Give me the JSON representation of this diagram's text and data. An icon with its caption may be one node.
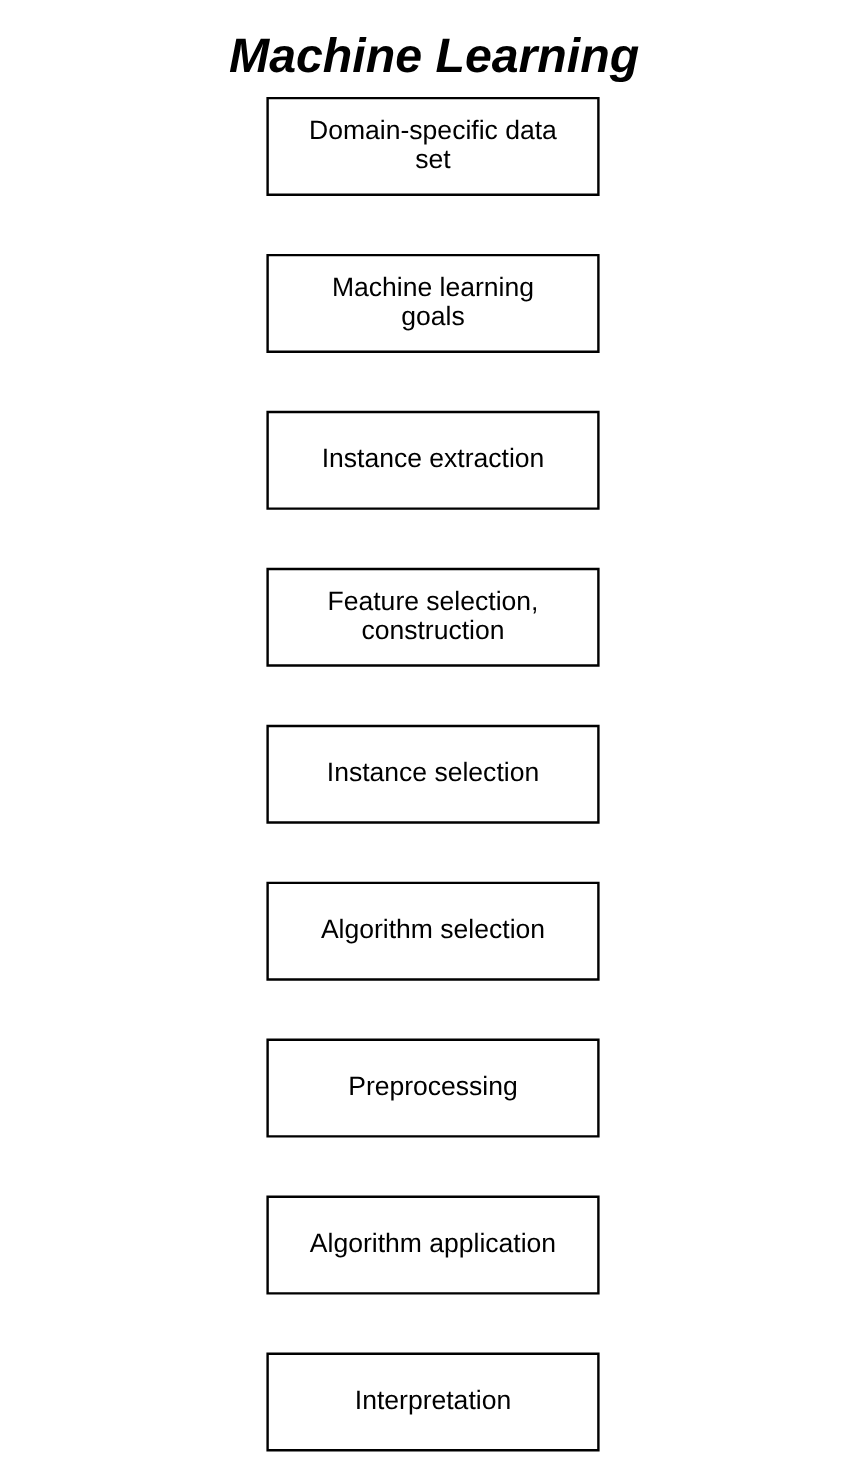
{
  "diagram": {
    "title": "Machine Learning",
    "nodes": [
      {
        "text": [
          "Domain-specific data set"
        ]
      },
      {
        "text": [
          "Machine learning goals"
        ]
      },
      {
        "text": [
          "Instance extraction"
        ]
      },
      {
        "text": [
          "Feature selection, construction"
        ]
      },
      {
        "text": [
          "Instance selection"
        ]
      },
      {
        "text": [
          "Algorithm selection"
        ]
      },
      {
        "text": [
          "Preprocessing"
        ]
      },
      {
        "text": [
          "Algorithm application"
        ]
      },
      {
        "text": [
          "Interpretation"
        ]
      }
    ]
  }
}
